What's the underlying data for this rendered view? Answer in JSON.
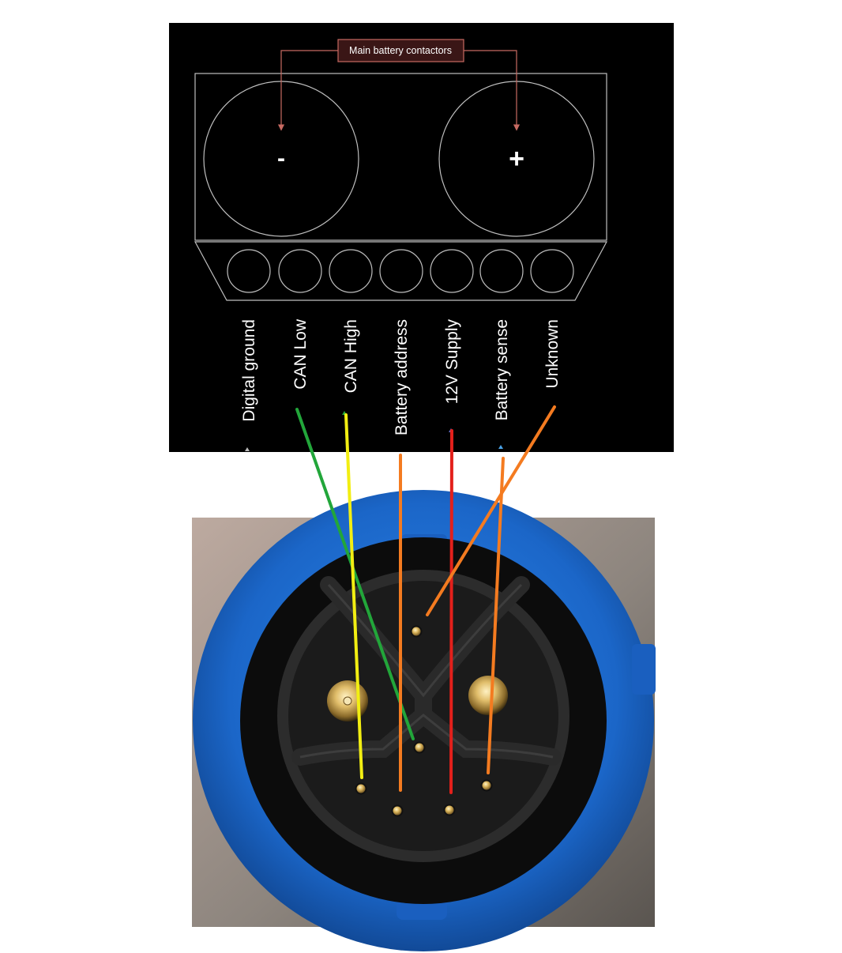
{
  "diagram": {
    "callout": "Main battery contactors",
    "negative_symbol": "-",
    "positive_symbol": "+",
    "pins": [
      {
        "label": "Digital ground"
      },
      {
        "label": "CAN Low"
      },
      {
        "label": "CAN High"
      },
      {
        "label": "Battery address"
      },
      {
        "label": "12V Supply"
      },
      {
        "label": "Battery sense"
      },
      {
        "label": "Unknown"
      }
    ],
    "colors": {
      "background": "#000000",
      "outline": "#bfbfbf",
      "callout_fill": "#3a1616",
      "callout_stroke": "#c76a62",
      "arrow": "#c76a62"
    }
  },
  "wires": [
    {
      "from": "CAN Low",
      "color": "#22a63a"
    },
    {
      "from": "CAN High",
      "color": "#f2ee12"
    },
    {
      "from": "Battery address",
      "color": "#f47b20"
    },
    {
      "from": "12V Supply",
      "color": "#e3201b"
    },
    {
      "from": "Battery sense",
      "color": "#f47b20"
    },
    {
      "from": "Unknown",
      "color": "#f47b20"
    }
  ],
  "photo": {
    "subject": "connector-plug",
    "housing_color": "#1f6fd1",
    "insert_color": "#151515",
    "pin_color": "#d9b35a"
  }
}
